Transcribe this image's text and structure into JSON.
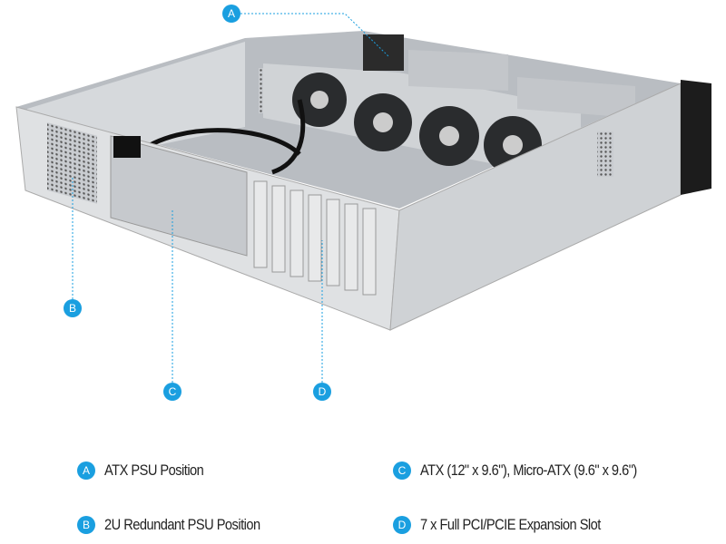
{
  "accent_color": "#1a9fe0",
  "callouts": [
    {
      "letter": "A"
    },
    {
      "letter": "B"
    },
    {
      "letter": "C"
    },
    {
      "letter": "D"
    }
  ],
  "legend": [
    {
      "letter": "A",
      "text": "ATX PSU Position"
    },
    {
      "letter": "B",
      "text": "2U Redundant PSU Position"
    },
    {
      "letter": "C",
      "text": "ATX (12\" x 9.6\"), Micro-ATX (9.6\" x 9.6\")"
    },
    {
      "letter": "D",
      "text": "7 x Full PCI/PCIE Expansion Slot"
    }
  ]
}
